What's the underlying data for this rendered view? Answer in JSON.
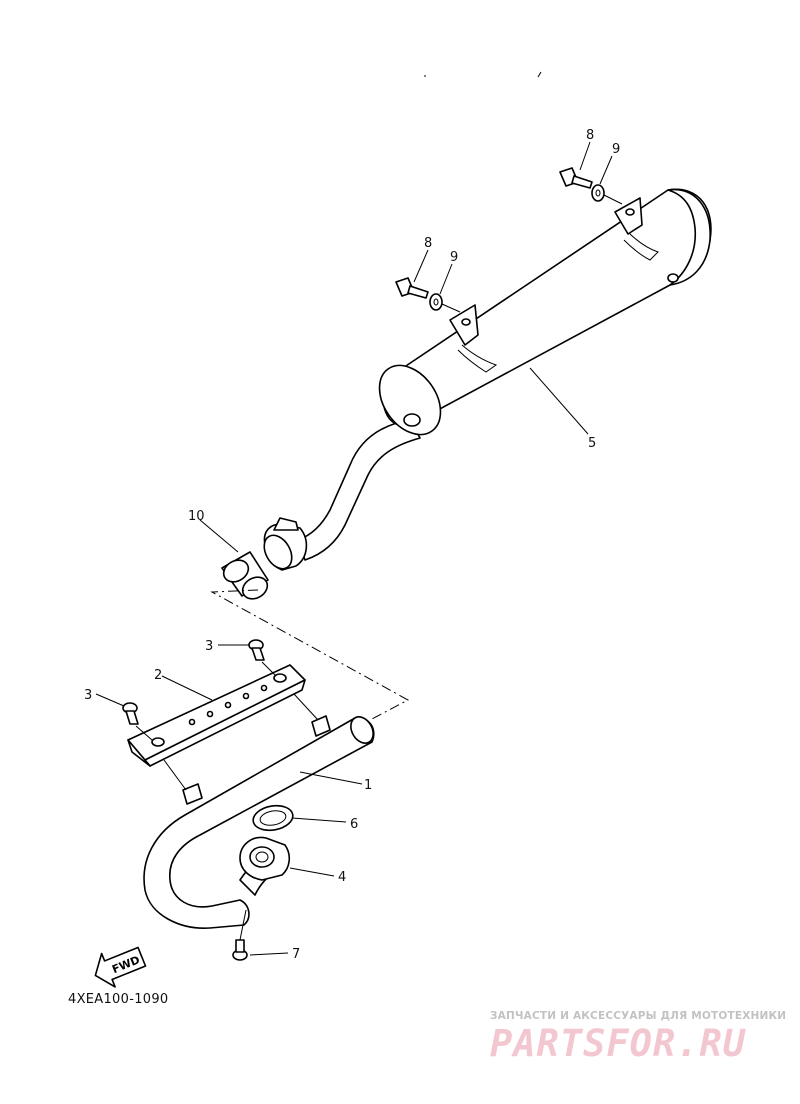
{
  "callouts": {
    "c1": "1",
    "c2": "2",
    "c3a": "3",
    "c3b": "3",
    "c4": "4",
    "c5": "5",
    "c6": "6",
    "c7": "7",
    "c8a": "8",
    "c8b": "8",
    "c9a": "9",
    "c9b": "9",
    "c10": "10"
  },
  "fwd_label": "FWD",
  "diagram_code": "4XEA100-1090",
  "watermark": {
    "tagline": "ЗАПЧАСТИ И АКСЕССУАРЫ ДЛЯ МОТОТЕХНИКИ",
    "brand": "PARTSFOR.RU",
    "color": "#f3c7cf"
  }
}
